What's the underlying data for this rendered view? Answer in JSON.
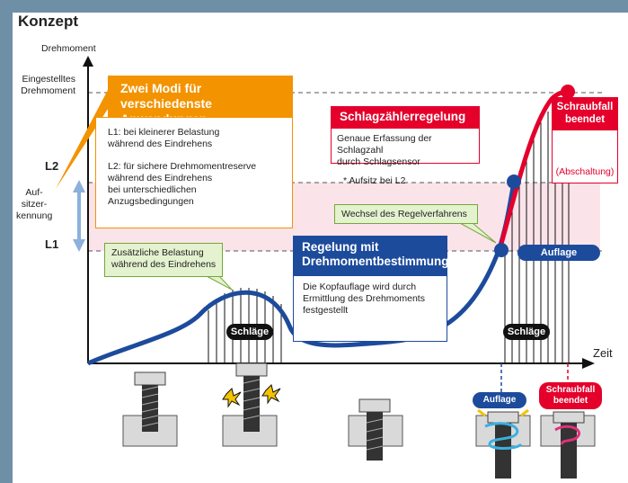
{
  "title": "Konzept",
  "axis": {
    "y_label": "Drehmoment",
    "x_label": "Zeit",
    "set_torque": "Eingestelltes\nDrehmoment",
    "l1": "L1",
    "l2": "L2",
    "seating": "Auf-\nsitzer-\nkennung"
  },
  "modes": {
    "heading": "Zwei Modi für\nverschiedenste Anwendungen",
    "l1_text": "L1: bei kleinerer Belastung\n     während des Eindrehens",
    "l2_text": "L2: für sichere Drehmomentreserve\n     während des Eindrehens\n     bei unterschiedlichen\n     Anzugsbedingungen"
  },
  "impact_control": {
    "heading": "Schlagzählerregelung",
    "text": "Genaue Erfassung der Schlagzahl\ndurch Schlagsensor"
  },
  "torque_control": {
    "heading": "Regelung mit\nDrehmomentbestimmung",
    "text": "Die Kopfauflage wird durch\nErmittlung des Drehmoments\nfestgestellt"
  },
  "notes": {
    "additional_load": "Zusätzliche Belastung\nwährend des Eindrehens",
    "switch": "Wechsel des Regelverfahrens",
    "seating_l2": "* Aufsitz bei L2"
  },
  "end": {
    "heading": "Schraubfall\nbeendet",
    "sub": "(Abschaltung)"
  },
  "pills": {
    "impacts_1": "Schläge",
    "impacts_2": "Schläge",
    "seat": "Auflage",
    "seat_bottom": "Auflage",
    "end_bottom": "Schraubfall\nbeendet"
  },
  "colors": {
    "orange": "#f39300",
    "red": "#e4002b",
    "blue": "#1d4b9c",
    "curve_blue": "#1d4b9c",
    "band": "#fbe3ea",
    "green_fill": "#e4f2cf",
    "frame": "#6f8fa6"
  }
}
